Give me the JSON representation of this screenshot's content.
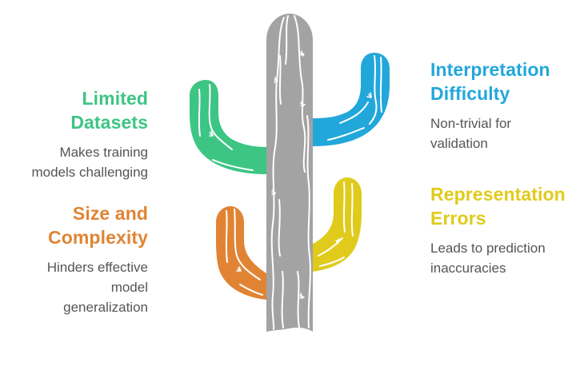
{
  "diagram": {
    "type": "cactus-infographic",
    "trunk_color": "#a3a3a3",
    "items": [
      {
        "id": "limited",
        "title": "Limited Datasets",
        "title_lines": [
          "Limited",
          "Datasets"
        ],
        "description": "Makes training models challenging",
        "description_lines": [
          "Makes training",
          "models challenging"
        ],
        "color": "#3dc584",
        "side": "left",
        "arm": "upper-left"
      },
      {
        "id": "size",
        "title": "Size and Complexity",
        "title_lines": [
          "Size and",
          "Complexity"
        ],
        "description": "Hinders effective model generalization",
        "description_lines": [
          "Hinders effective",
          "model",
          "generalization"
        ],
        "color": "#e08434",
        "side": "left",
        "arm": "lower-left"
      },
      {
        "id": "interp",
        "title": "Interpretation Difficulty",
        "title_lines": [
          "Interpretation",
          "Difficulty"
        ],
        "description": "Non-trivial for validation",
        "description_lines": [
          "Non-trivial for",
          "validation"
        ],
        "color": "#22a7db",
        "side": "right",
        "arm": "upper-right"
      },
      {
        "id": "repr",
        "title": "Representation Errors",
        "title_lines": [
          "Representation",
          "Errors"
        ],
        "description": "Leads to prediction inaccuracies",
        "description_lines": [
          "Leads to prediction",
          "inaccuracies"
        ],
        "color": "#e0cb1c",
        "side": "right",
        "arm": "lower-right"
      }
    ]
  }
}
